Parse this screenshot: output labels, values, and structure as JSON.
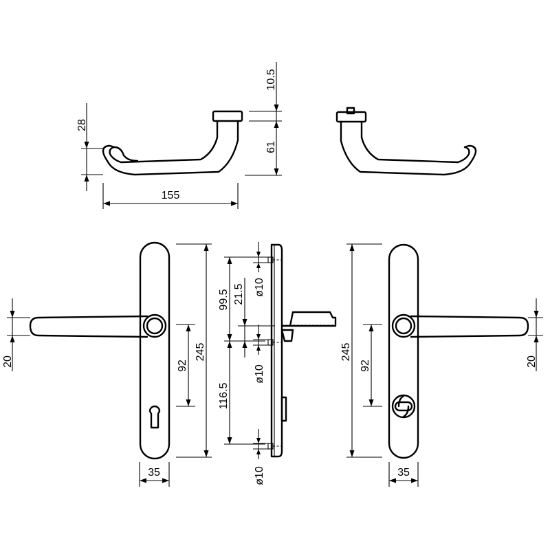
{
  "colors": {
    "line": "#000000",
    "background": "#ffffff"
  },
  "dimensions": {
    "lever_rose_height": "10.5",
    "lever_drop": "61",
    "lever_grip_height": "28",
    "lever_length": "155",
    "lever_height_left": "20",
    "plate_length_left": "245",
    "centre_distance_left": "92",
    "plate_width_left": "35",
    "fixing_upper": "99.5",
    "fixing_spindle_offset": "21.5",
    "fixing_lower": "116.5",
    "hole_diameter_top": "ø10",
    "hole_diameter_middle": "ø10",
    "hole_diameter_bottom": "ø10",
    "plate_length_right": "245",
    "centre_distance_right": "92",
    "plate_width_right": "35",
    "lever_height_right": "20"
  }
}
